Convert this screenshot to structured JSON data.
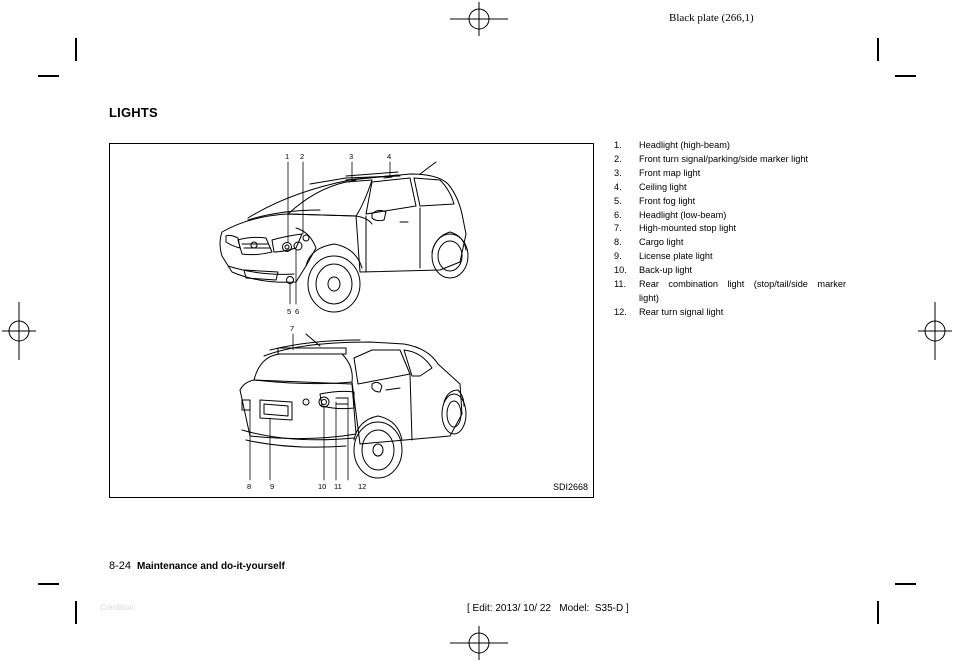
{
  "plate_text": "Black plate (266,1)",
  "section_title": "LIGHTS",
  "figure": {
    "code": "SDI2668",
    "front_callouts": [
      "1",
      "2",
      "3",
      "4",
      "5",
      "6"
    ],
    "rear_callouts": [
      "7",
      "8",
      "9",
      "10",
      "11",
      "12"
    ]
  },
  "legend": [
    {
      "num": "1.",
      "text": "Headlight (high-beam)"
    },
    {
      "num": "2.",
      "text": "Front turn signal/parking/side marker light"
    },
    {
      "num": "3.",
      "text": "Front map light"
    },
    {
      "num": "4.",
      "text": "Ceiling light"
    },
    {
      "num": "5.",
      "text": "Front fog light"
    },
    {
      "num": "6.",
      "text": "Headlight (low-beam)"
    },
    {
      "num": "7.",
      "text": "High-mounted stop light"
    },
    {
      "num": "8.",
      "text": "Cargo light"
    },
    {
      "num": "9.",
      "text": "License plate light"
    },
    {
      "num": "10.",
      "text": "Back-up light"
    },
    {
      "num": "11.",
      "text": "Rear combination light (stop/tail/side marker"
    },
    {
      "num": "",
      "text": "light)"
    },
    {
      "num": "12.",
      "text": "Rear turn signal light"
    }
  ],
  "footer": {
    "page_number": "8-24",
    "section": "Maintenance and do-it-yourself"
  },
  "condition_label": "Condition:",
  "edit_line": "[ Edit: 2013/ 10/ 22   Model:  S35-D ]"
}
